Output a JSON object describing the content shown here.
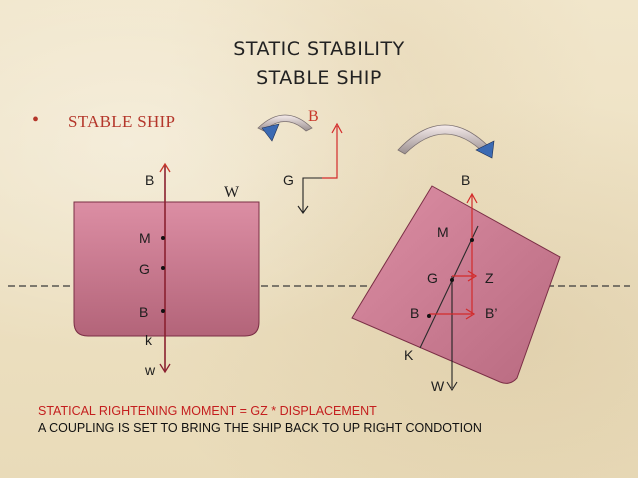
{
  "title": {
    "line1": "STATIC    STABILITY",
    "line2": "STABLE  SHIP"
  },
  "bullet": {
    "symbol": "•",
    "text": "STABLE  SHIP"
  },
  "rotation_labels": {
    "b_top": "B",
    "g": "G"
  },
  "upright_ship": {
    "b_top": "B",
    "w_side": "W",
    "m": "M",
    "g": "G",
    "b": "B",
    "k": "k",
    "w_bottom": "w"
  },
  "heeled_ship": {
    "b_top": "B",
    "m": "M",
    "g": "G",
    "z": "Z",
    "b": "B",
    "b_prime": "B’",
    "k": "K",
    "w": "W"
  },
  "footer": {
    "line1": "STATICAL RIGHTENING MOMENT  =   GZ    *  DISPLACEMENT",
    "line2": "A COUPLING IS SET TO BRING THE SHIP BACK TO UP RIGHT CONDOTION"
  },
  "colors": {
    "hull_top": "#d98aa0",
    "hull_bottom": "#b86a80",
    "hull_stroke": "#7a2e45",
    "accent_red": "#d32a2a",
    "title_text": "#222222",
    "bullet_red": "#b4362a"
  }
}
